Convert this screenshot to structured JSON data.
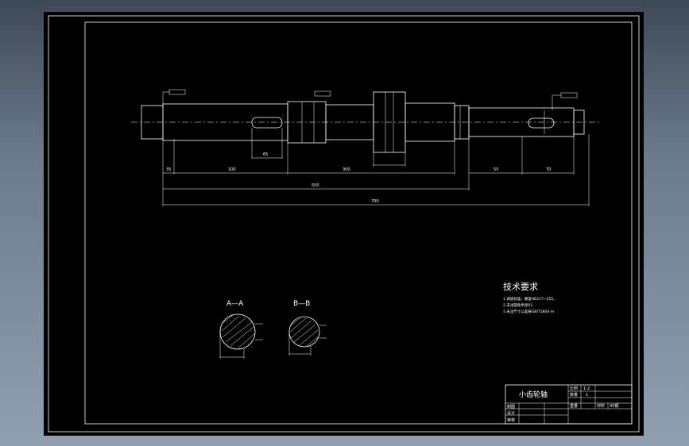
{
  "drawing": {
    "section_a_label": "A—A",
    "section_b_label": "B—B",
    "tech_title": "技术要求",
    "tech_items": [
      "1.调质处理，硬度HB217~255。",
      "2.未注圆角半径R1",
      "3.未注尺寸公差按GB/T1804-m"
    ],
    "dims": {
      "seg1": "35",
      "seg2": "100",
      "seg3": "300",
      "seg4": "55",
      "seg5": "70",
      "overall_inner": "550",
      "overall": "700",
      "keyway": "65"
    },
    "title_block": {
      "part_name": "小齿轮轴",
      "scale_label": "比例",
      "scale_value": "1:2",
      "qty_label": "数量",
      "qty_value": "1",
      "weight_label": "重量",
      "material_label": "材料",
      "material_value": "45钢",
      "drawn_label": "制图",
      "designed_label": "设计",
      "checked_label": "审核"
    }
  },
  "colors": {
    "background": "#000000",
    "line": "#ffffff",
    "frame_outer": "#3d4958"
  }
}
